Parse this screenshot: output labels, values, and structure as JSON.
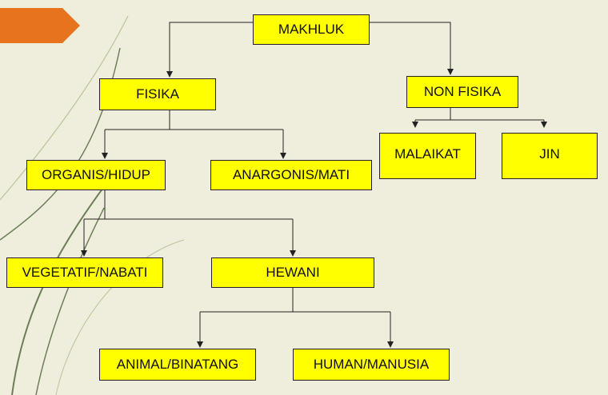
{
  "nodes": {
    "makhluk": "MAKHLUK",
    "fisika": "FISIKA",
    "non_fisika": "NON FISIKA",
    "malaikat": "MALAIKAT",
    "jin": "JIN",
    "organis": "ORGANIS/HIDUP",
    "anargonis": "ANARGONIS/MATI",
    "vegetatif": "VEGETATIF/NABATI",
    "hewani": "HEWANI",
    "animal": "ANIMAL/BINATANG",
    "human": "HUMAN/MANUSIA"
  },
  "edges": [
    [
      "makhluk",
      "fisika"
    ],
    [
      "makhluk",
      "non_fisika"
    ],
    [
      "non_fisika",
      "malaikat"
    ],
    [
      "non_fisika",
      "jin"
    ],
    [
      "fisika",
      "organis"
    ],
    [
      "fisika",
      "anargonis"
    ],
    [
      "organis",
      "vegetatif"
    ],
    [
      "organis",
      "hewani"
    ],
    [
      "hewani",
      "animal"
    ],
    [
      "hewani",
      "human"
    ]
  ],
  "colors": {
    "box_fill": "#ffff00",
    "orange_accent": "#e8731f",
    "background": "#efeedd"
  }
}
